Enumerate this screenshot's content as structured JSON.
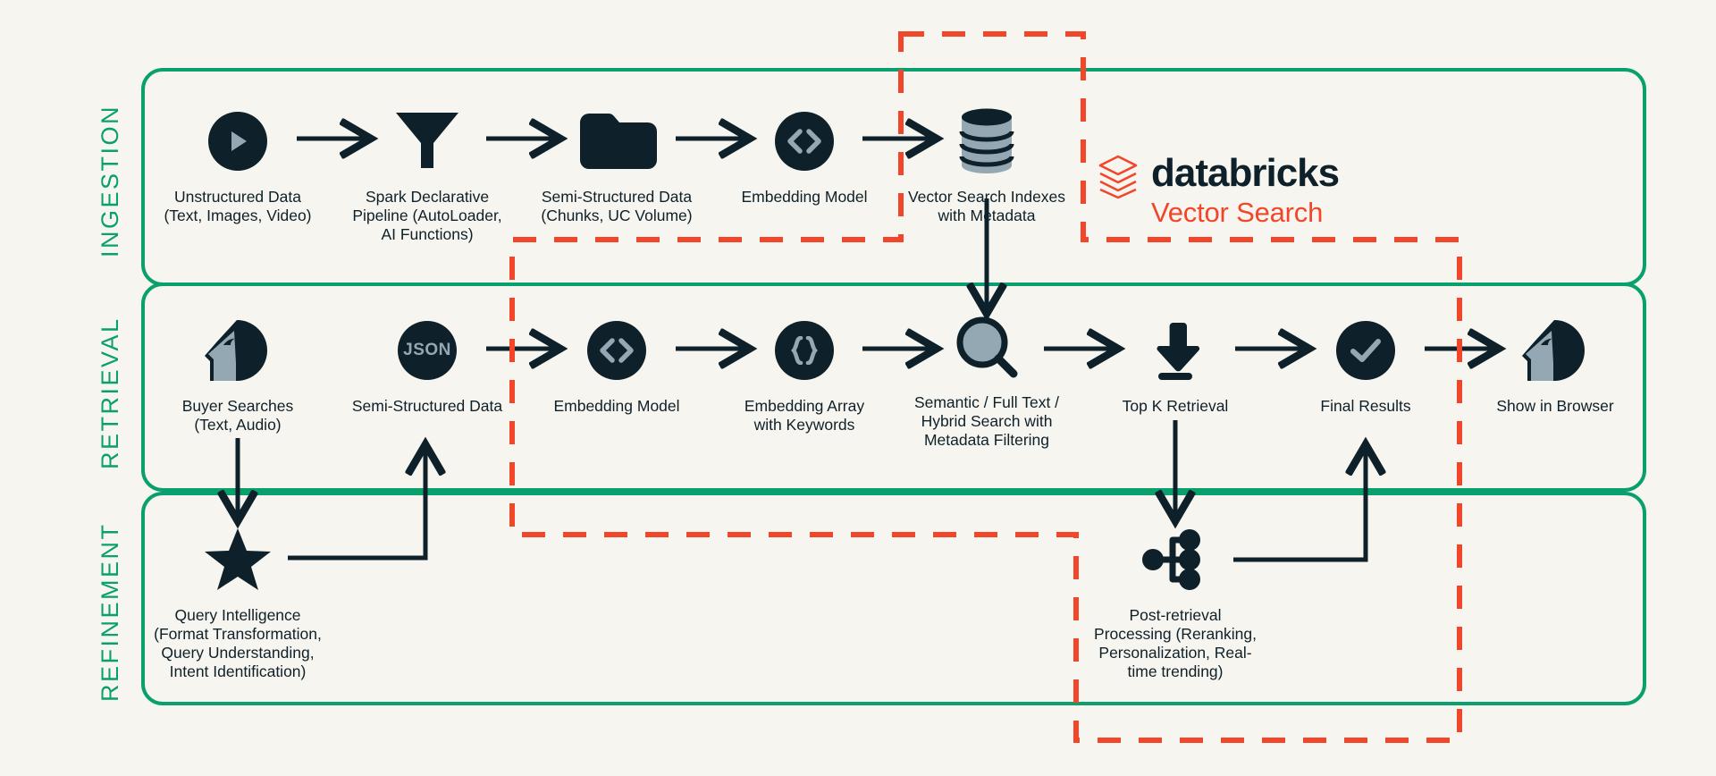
{
  "meta": {
    "title": "Databricks Vector Search reference architecture",
    "background_color": "#f7f5ef",
    "band_color": "#0aa06e",
    "ink_color": "#0e2029",
    "accent_color": "#f1462a",
    "icon_fill_color": "#94a8b4"
  },
  "bands": [
    {
      "id": "ingestion",
      "label": "INGESTION"
    },
    {
      "id": "retrieval",
      "label": "RETRIEVAL"
    },
    {
      "id": "refinement",
      "label": "REFINEMENT"
    }
  ],
  "brand": {
    "name": "databricks",
    "product": "Vector Search",
    "logo_icon": "databricks-stacked-logo-icon"
  },
  "nodes": {
    "ingestion": [
      {
        "id": "unstructured-data",
        "icon": "play-circle-icon",
        "label": "Unstructured Data\n(Text, Images, Video)"
      },
      {
        "id": "spark-pipeline",
        "icon": "funnel-icon",
        "label": "Spark Declarative\nPipeline (AutoLoader,\nAI Functions)"
      },
      {
        "id": "semi-structured",
        "icon": "folder-icon",
        "label": "Semi-Structured Data\n(Chunks, UC Volume)"
      },
      {
        "id": "embedding-model",
        "icon": "code-brackets-circle-icon",
        "label": "Embedding Model"
      },
      {
        "id": "vector-index",
        "icon": "database-cylinder-icon",
        "label": "Vector Search Indexes\nwith Metadata"
      }
    ],
    "retrieval": [
      {
        "id": "buyer-searches",
        "icon": "head-question-icon",
        "label": "Buyer Searches\n(Text, Audio)"
      },
      {
        "id": "semi-structured-2",
        "icon": "json-circle-icon",
        "label": "Semi-Structured Data"
      },
      {
        "id": "embedding-model-2",
        "icon": "code-brackets-circle-icon",
        "label": "Embedding Model"
      },
      {
        "id": "embedding-array",
        "icon": "curly-braces-circle-icon",
        "label": "Embedding Array\nwith Keywords"
      },
      {
        "id": "semantic-search",
        "icon": "magnifier-icon",
        "label": "Semantic / Full Text /\nHybrid Search with\nMetadata Filtering"
      },
      {
        "id": "top-k-retrieval",
        "icon": "download-icon",
        "label": "Top K Retrieval"
      },
      {
        "id": "final-results",
        "icon": "check-circle-icon",
        "label": "Final Results"
      },
      {
        "id": "show-in-browser",
        "icon": "head-question-icon",
        "label": "Show in Browser"
      }
    ],
    "refinement": [
      {
        "id": "query-intelligence",
        "icon": "star-icon",
        "label": "Query Intelligence\n(Format Transformation,\nQuery Understanding,\nIntent Identification)"
      },
      {
        "id": "post-retrieval",
        "icon": "branch-nodes-icon",
        "label": "Post-retrieval\nProcessing (Reranking,\nPersonalization, Real-\ntime trending)"
      }
    ]
  }
}
